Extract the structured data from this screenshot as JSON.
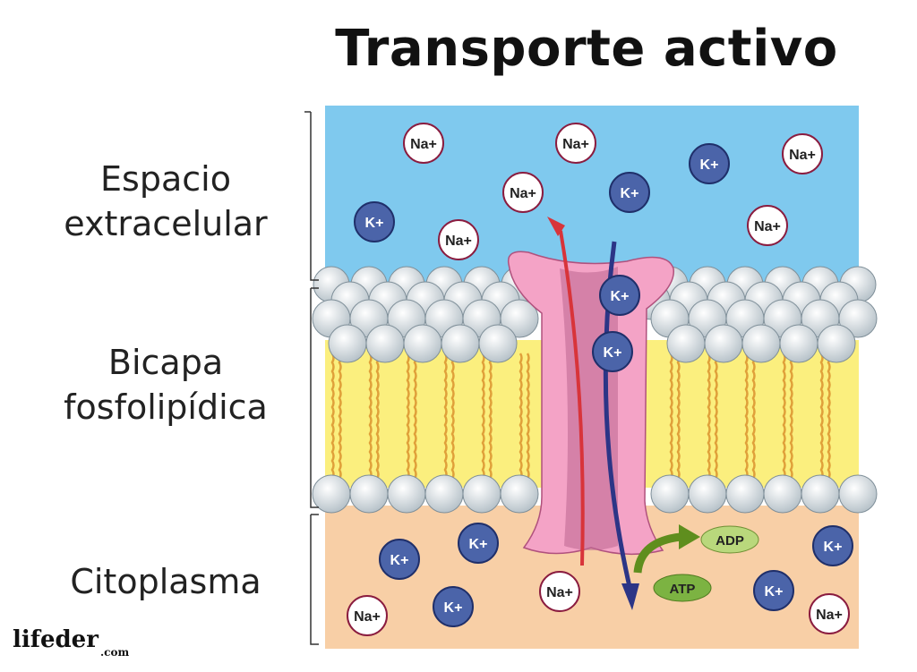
{
  "title": "Transporte activo",
  "labels": {
    "extracellular_line1": "Espacio",
    "extracellular_line2": "extracelular",
    "bilayer_line1": "Bicapa",
    "bilayer_line2": "fosfolipídica",
    "cytoplasm": "Citoplasma"
  },
  "ions": {
    "sodium": "Na+",
    "potassium": "K+"
  },
  "molecules": {
    "adp": "ADP",
    "atp": "ATP"
  },
  "logo": {
    "name": "lifeder",
    "suffix": ".com"
  },
  "colors": {
    "extracellular": "#7fc9ee",
    "cytoplasm": "#f8cfa6",
    "tails_bg": "#fbef7e",
    "protein": "#f4a3c6",
    "potassium": "#4b64a9",
    "sodium_stroke": "#8a1c3f",
    "na_arrow": "#d8343a",
    "k_arrow": "#2c3586"
  }
}
